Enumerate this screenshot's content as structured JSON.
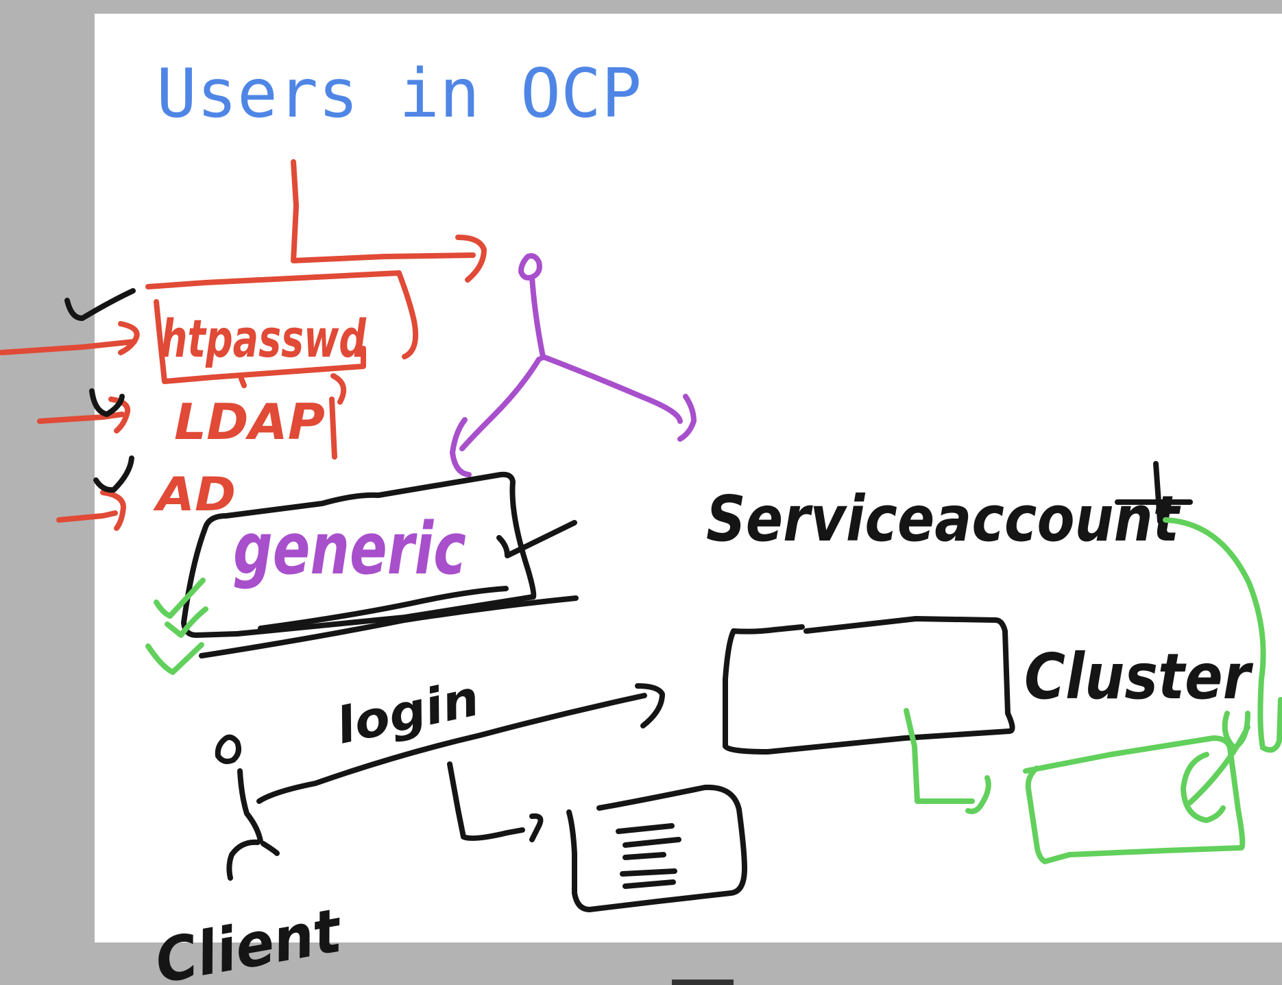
{
  "title": "Users in OCP",
  "colors": {
    "frame": "#b3b3b3",
    "board": "#ffffff",
    "title": "#4f86e6",
    "red": "#e04a36",
    "purple": "#a84fcc",
    "black": "#151515",
    "green": "#62d05c"
  },
  "labels": {
    "htpasswd": "htpasswd",
    "ldap": "LDAP",
    "ad": "AD",
    "generic": "generic",
    "service_account": "Serviceaccount",
    "cluster": "Cluster",
    "login": "login",
    "client": "Client"
  },
  "icons": [
    "user-stick-figure-icon",
    "user-stick-figure-icon",
    "document-icon",
    "checkmark-icon"
  ]
}
